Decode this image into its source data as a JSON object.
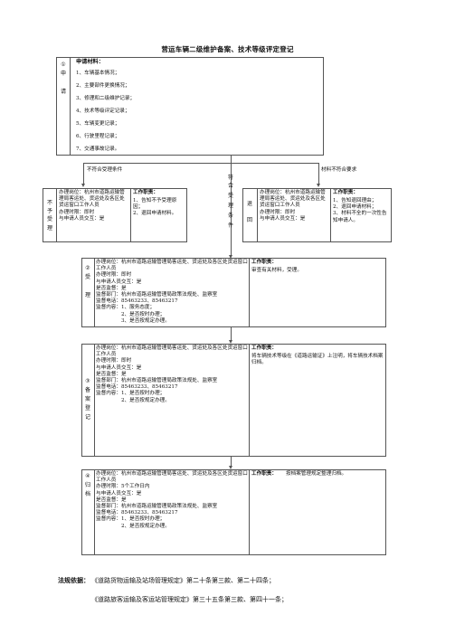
{
  "title": "营运车辆二级维护备案、技术等级评定登记",
  "step1": {
    "label_chars": [
      "①",
      "申",
      "请"
    ],
    "heading": "申请材料：",
    "items": [
      "1、车辆基本情况；",
      "2、主要部件更换情况；",
      "3、修理和二级维护记录；",
      "4、技术等级评定记录；",
      "5、车辆变更记录；",
      "6、行驶里程记录；",
      "7、交通事故记录。"
    ]
  },
  "branch_labels": {
    "not_meet": "不符合受理条件",
    "meet": [
      "符",
      "合",
      "受",
      "理",
      "条",
      "件"
    ],
    "material_not_meet": "材料不符合要求"
  },
  "reject_box": {
    "label_chars": [
      "不",
      "予",
      "受",
      "理"
    ],
    "info": "办理岗位：杭州市道路运输管理局客运处、货运处及各区处货运窗口工作人员\n办理时限：即时\n与申请人员交互：是",
    "duty_heading": "工作职责：",
    "duty": "1、告知不予受理原因；\n2、退回申请材料。"
  },
  "return_box": {
    "label_chars": [
      "退",
      "回"
    ],
    "info": "办理岗位：杭州市道路运输管理局客运处、货运处及各区处货运窗口工作人员\n办理时限：即时\n与申请人员交互：是",
    "duty_heading": "工作职责：",
    "duty": "1、告知退回理由；\n2、退回申请材料；\n3、材料不全的一次性告知申请人。"
  },
  "step2": {
    "label_chars": [
      "②",
      "受",
      "",
      "理"
    ],
    "info": "办理岗位：杭州市道路运输管理局客运处、货运处及各区处货运窗口工作人员\n办理时限：即时\n与申请人员交互：是\n是否监督：是\n监督部门：杭州市道路运输管理局政策法规处、监察室\n监督电话：85463233、85463217\n监督内容：1、服务态度；\n　　　　　2、是否按时办理；\n　　　　　3、是否按规定办理。",
    "duty_heading": "工作职责：",
    "duty": "审查有关材料，受理。"
  },
  "step3": {
    "label_chars": [
      "③",
      "备",
      "案",
      "登",
      "记"
    ],
    "info": "办理岗位：杭州市道路运输管理局客运处、货运处及各区处货运窗口工作人员\n办理时限：即时\n与申请人员交互：是\n是否监督：是\n监督部门：杭州市道路运输管理局政策法规处、监察室\n监督电话：85463233、85463217\n监督内容：1、是否按时办理；\n　　　　　2、是否按规定办理。",
    "duty_heading": "工作职责：",
    "duty": "将车辆技术等级在《道路运输证》上注明，将车辆技术档案归档。"
  },
  "step4": {
    "label_chars": [
      "④",
      "归",
      "档"
    ],
    "info": "办理岗位：杭州市道路运输管理局客运处、货运处及各区处货运窗口工作人员\n办理时限：5个工作日内\n与申请人员交互：是\n是否监督：是\n监督部门：杭州市道路运输管理局政策法规处、监察室\n监督电话：85463233、85463217\n监督内容：1、是否按时办理；\n　　　　　2、是否按规定办理。",
    "duty_heading": "工作职责：",
    "duty": "按档案管理规定整理归档。"
  },
  "legal_basis": {
    "label": "法规依据：",
    "line1": "《道路货物运输及站场管理规定》第二十条第三款、第二十四条；",
    "line2": "《道路旅客运输及客运站管理规定》第三十五条第三款、第四十一条；"
  }
}
